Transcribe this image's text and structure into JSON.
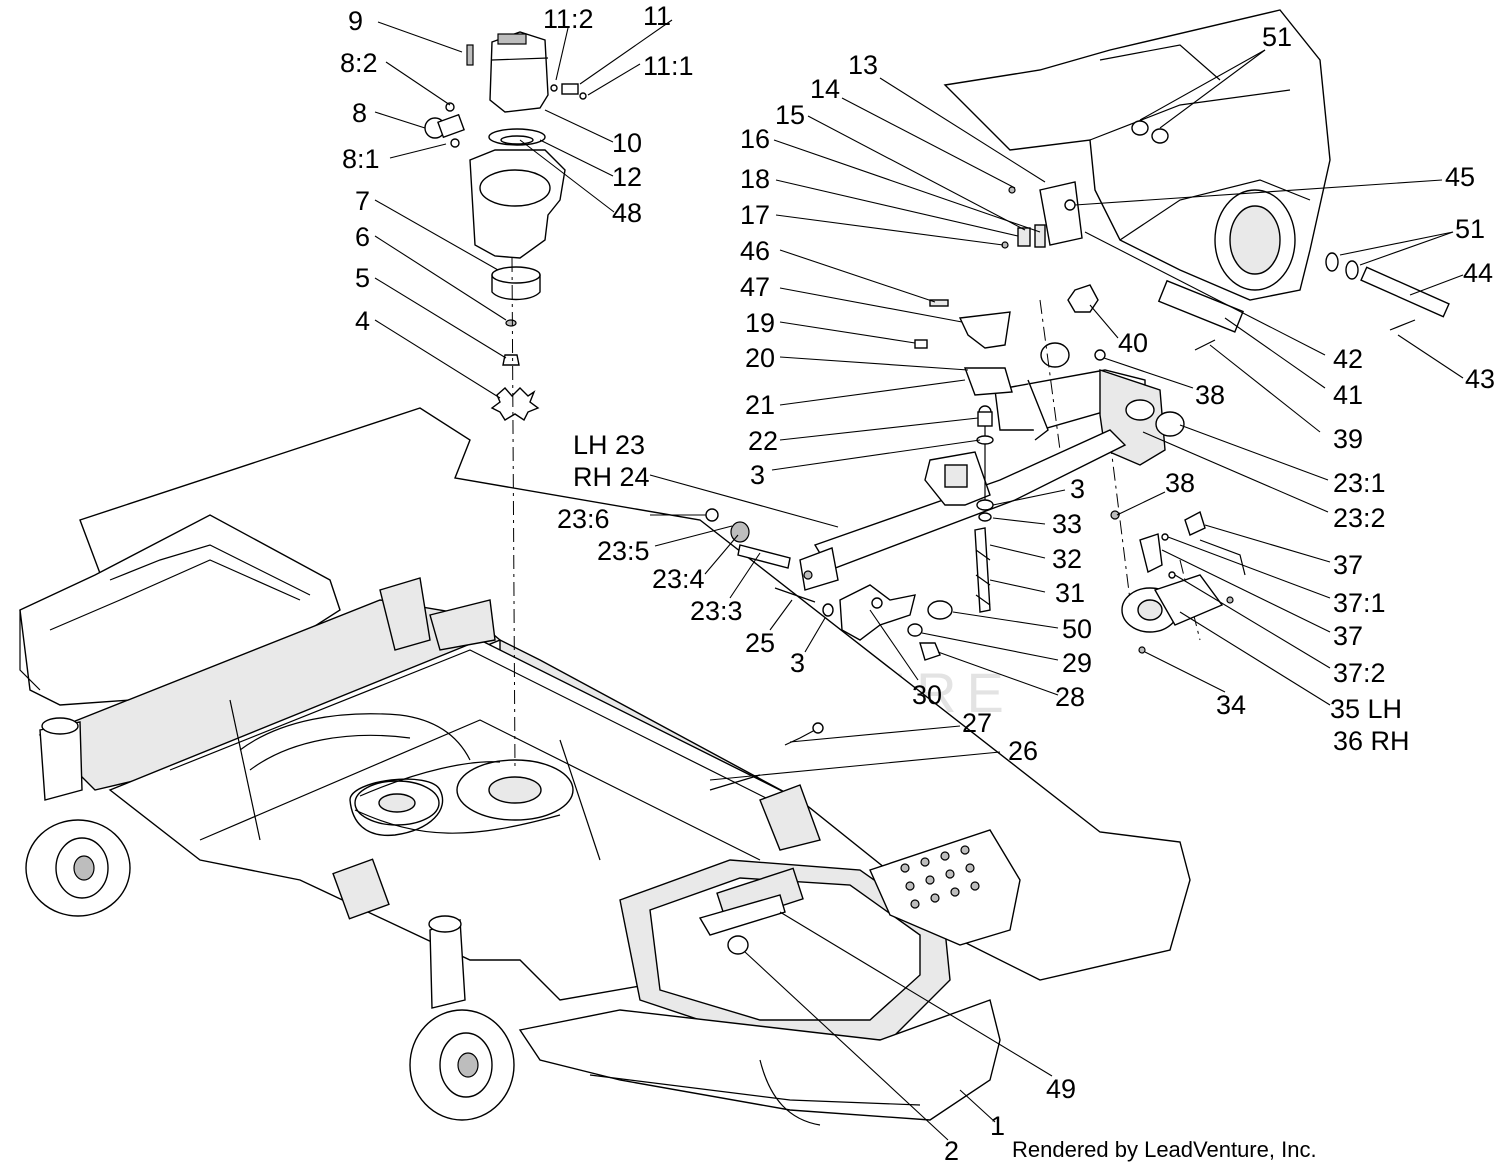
{
  "watermark": "LEADVENTURE",
  "credit": "Rendered by LeadVenture, Inc.",
  "callouts": {
    "c9": "9",
    "c11_2": "11:2",
    "c11": "11",
    "c11_1": "11:1",
    "c8_2": "8:2",
    "c8": "8",
    "c8_1": "8:1",
    "c10": "10",
    "c12": "12",
    "c48": "48",
    "c7": "7",
    "c6": "6",
    "c5": "5",
    "c4": "4",
    "c13": "13",
    "c14": "14",
    "c15": "15",
    "c16": "16",
    "c18": "18",
    "c17": "17",
    "c46": "46",
    "c47": "47",
    "c19": "19",
    "c20": "20",
    "c21": "21",
    "c22": "22",
    "c3a": "3",
    "c51a": "51",
    "c45": "45",
    "c51b": "51",
    "c44": "44",
    "c43": "43",
    "c40": "40",
    "c42": "42",
    "c41": "41",
    "c38a": "38",
    "c39": "39",
    "c23_1": "23:1",
    "c23_2": "23:2",
    "c38b": "38",
    "lh23": "LH 23",
    "rh24": "RH 24",
    "c23_6": "23:6",
    "c23_5": "23:5",
    "c23_4": "23:4",
    "c23_3": "23:3",
    "c3b": "3",
    "c33": "33",
    "c32": "32",
    "c31": "31",
    "c25": "25",
    "c3c": "3",
    "c50": "50",
    "c29": "29",
    "c28": "28",
    "c30": "30",
    "c37a": "37",
    "c37_1": "37:1",
    "c37b": "37",
    "c37_2": "37:2",
    "c34": "34",
    "c35lh": "35 LH",
    "c36rh": "36 RH",
    "c27": "27",
    "c26": "26",
    "c49": "49",
    "c1": "1",
    "c2": "2"
  }
}
